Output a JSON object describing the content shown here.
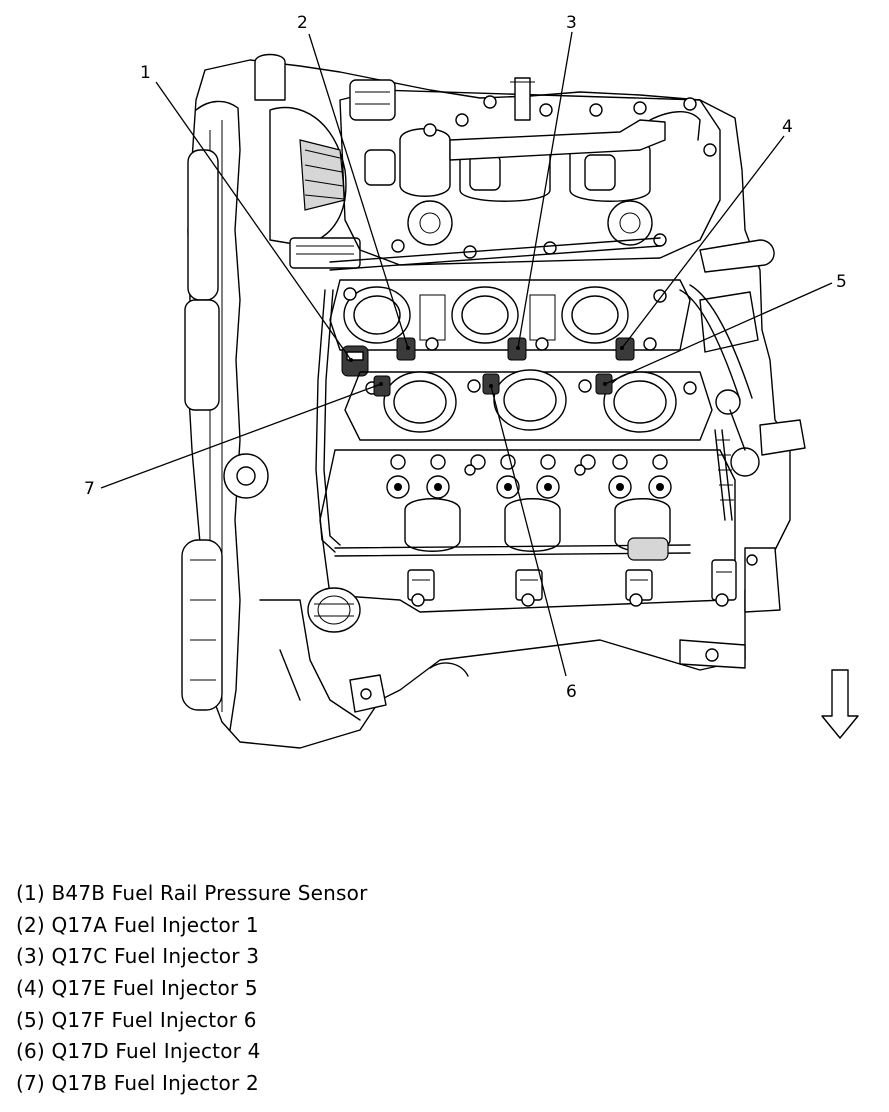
{
  "callouts": [
    {
      "num": "1",
      "label": "B47B Fuel Rail Pressure Sensor"
    },
    {
      "num": "2",
      "label": "Q17A Fuel Injector 1"
    },
    {
      "num": "3",
      "label": "Q17C Fuel Injector 3"
    },
    {
      "num": "4",
      "label": "Q17E Fuel Injector 5"
    },
    {
      "num": "5",
      "label": "Q17F Fuel Injector 6"
    },
    {
      "num": "6",
      "label": "Q17D Fuel Injector 4"
    },
    {
      "num": "7",
      "label": "Q17B Fuel Injector 2"
    }
  ],
  "legend": [
    "(1) B47B Fuel Rail Pressure Sensor",
    "(2) Q17A Fuel Injector 1",
    "(3) Q17C Fuel Injector 3",
    "(4) Q17E Fuel Injector 5",
    "(5) Q17F Fuel Injector 6",
    "(6) Q17D Fuel Injector 4",
    "(7) Q17B Fuel Injector 2"
  ],
  "icons": {
    "view_direction": "down-arrow-icon"
  }
}
